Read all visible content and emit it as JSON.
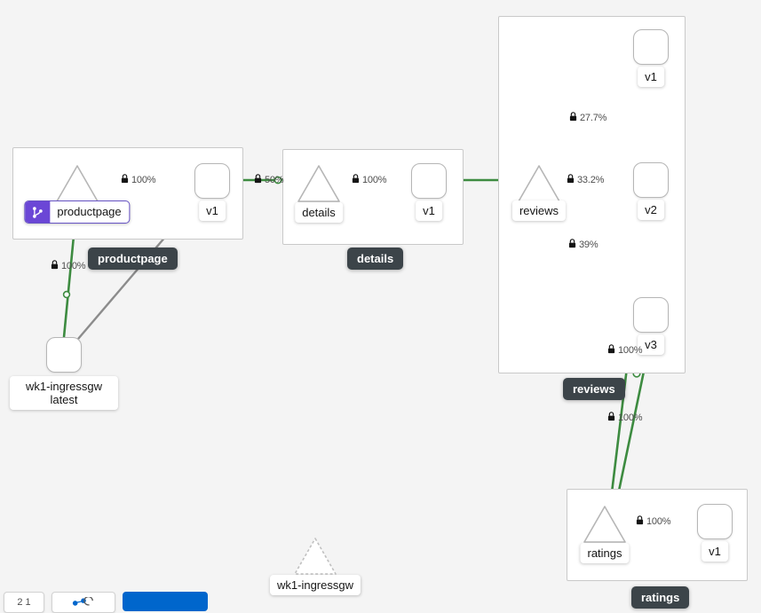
{
  "graph": {
    "type": "service-mesh-topology",
    "background_color": "#f4f4f4",
    "edge_colors": {
      "healthy": "#3d8b40",
      "idle": "#8c8c8c"
    },
    "badge_color": "#6b47d6",
    "tooltip_color": "#3c4449"
  },
  "groups": [
    {
      "id": "productpage",
      "label": "productpage"
    },
    {
      "id": "details",
      "label": "details"
    },
    {
      "id": "reviews",
      "label": "reviews"
    },
    {
      "id": "ratings",
      "label": "ratings"
    }
  ],
  "nodes": [
    {
      "id": "ingressgw-workload",
      "label": "wk1-ingressgw\nlatest",
      "label_line1": "wk1-ingressgw",
      "label_line2": "latest",
      "shape": "box"
    },
    {
      "id": "productpage-service",
      "label": "productpage",
      "shape": "triangle",
      "badge": "virtual-service"
    },
    {
      "id": "productpage-v1",
      "label": "v1",
      "shape": "box"
    },
    {
      "id": "details-service",
      "label": "details",
      "shape": "triangle"
    },
    {
      "id": "details-v1",
      "label": "v1",
      "shape": "box"
    },
    {
      "id": "reviews-service",
      "label": "reviews",
      "shape": "triangle"
    },
    {
      "id": "reviews-v1",
      "label": "v1",
      "shape": "box"
    },
    {
      "id": "reviews-v2",
      "label": "v2",
      "shape": "box"
    },
    {
      "id": "reviews-v3",
      "label": "v3",
      "shape": "box"
    },
    {
      "id": "ratings-service",
      "label": "ratings",
      "shape": "triangle"
    },
    {
      "id": "ratings-v1",
      "label": "v1",
      "shape": "box"
    },
    {
      "id": "ingressgw-service",
      "label": "wk1-ingressgw",
      "shape": "triangle-outline"
    }
  ],
  "edge_labels": {
    "ingress_to_productpage": "100%",
    "productpage_service_to_v1": "100%",
    "productpage_to_details": "50%",
    "details_service_to_v1": "100%",
    "reviews_to_v1": "27.7%",
    "reviews_to_v2": "33.2%",
    "reviews_to_v3": "39%",
    "v2_to_ratings": "100%",
    "v3_to_ratings": "100%",
    "ratings_service_to_v1": "100%"
  },
  "tooltips": [
    {
      "id": "tip-productpage",
      "label": "productpage"
    },
    {
      "id": "tip-details",
      "label": "details"
    },
    {
      "id": "tip-reviews",
      "label": "reviews"
    },
    {
      "id": "tip-ratings",
      "label": "ratings"
    },
    {
      "id": "tip-ingressgw",
      "label": "wk1-ingressgw"
    }
  ],
  "toolbar": {
    "zoom_chip": "2 1",
    "legend_chip": "",
    "primary_button": ""
  }
}
